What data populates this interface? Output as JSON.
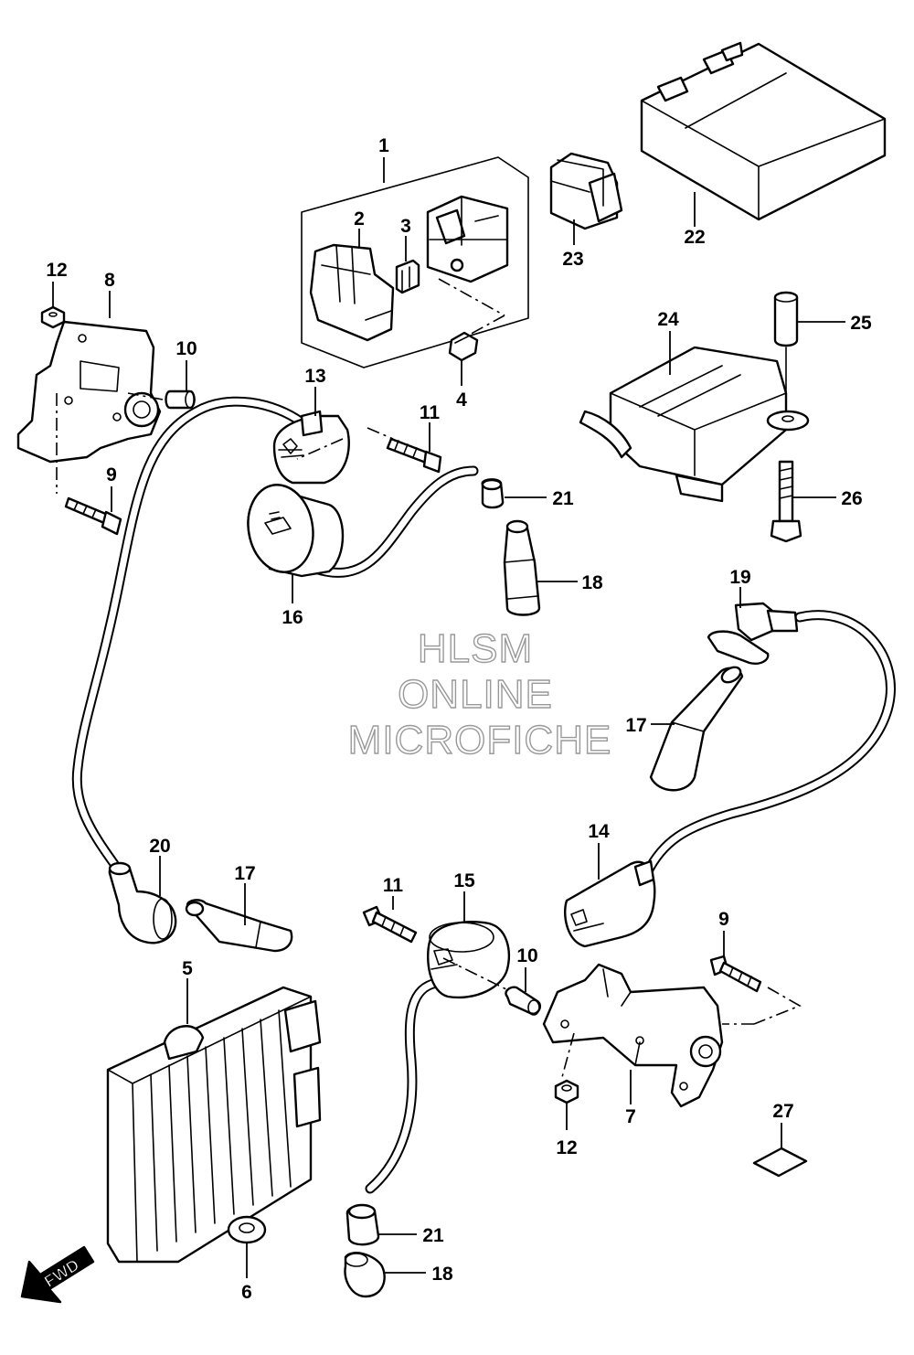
{
  "watermark": {
    "line1": "HLSM",
    "line2": "ONLINE",
    "line3": "MICROFICHE"
  },
  "direction_label": "FWD",
  "callouts": {
    "c1": "1",
    "c2": "2",
    "c3": "3",
    "c4": "4",
    "c5": "5",
    "c6": "6",
    "c7": "7",
    "c8": "8",
    "c9a": "9",
    "c9b": "9",
    "c10a": "10",
    "c10b": "10",
    "c11a": "11",
    "c11b": "11",
    "c12a": "12",
    "c12b": "12",
    "c13": "13",
    "c14": "14",
    "c15": "15",
    "c16": "16",
    "c17a": "17",
    "c17b": "17",
    "c18a": "18",
    "c18b": "18",
    "c19": "19",
    "c20": "20",
    "c21a": "21",
    "c21b": "21",
    "c22": "22",
    "c23": "23",
    "c24": "24",
    "c25": "25",
    "c26": "26",
    "c27": "27"
  }
}
